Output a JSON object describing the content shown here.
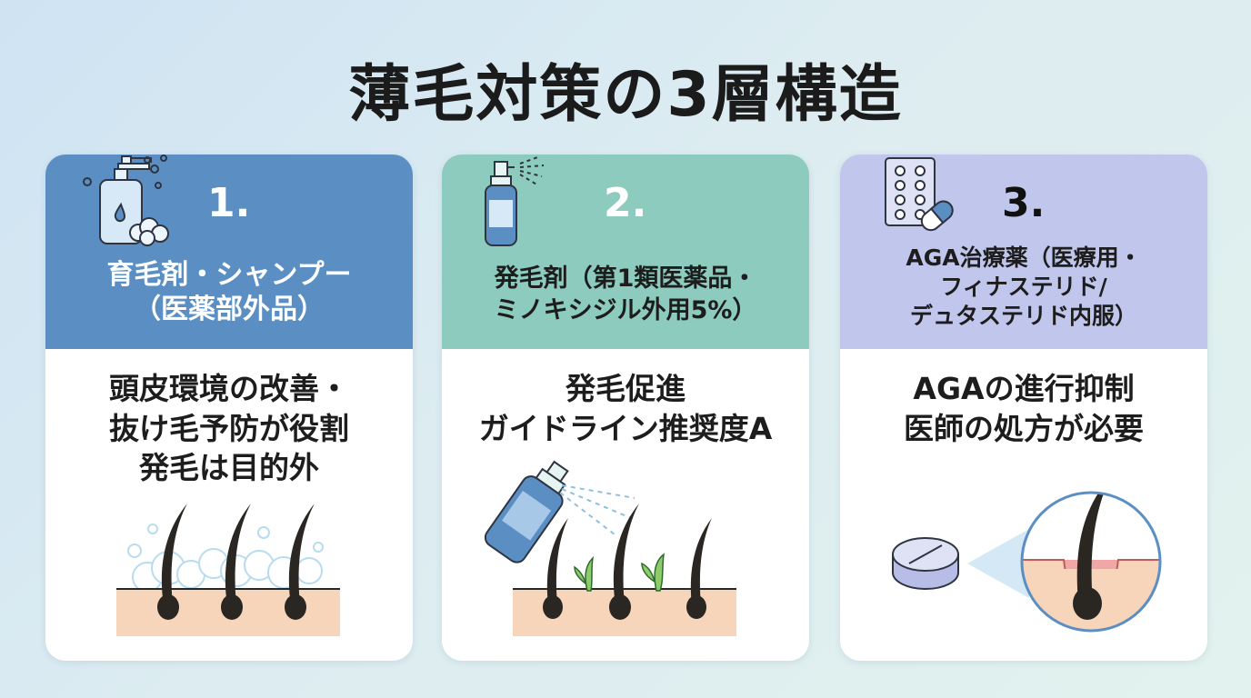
{
  "title": "薄毛対策の3層構造",
  "colors": {
    "card1_header": "#5b8fc4",
    "card2_header": "#8ccbbd",
    "card3_header": "#c1c6ec",
    "skin": "#f6d5bb",
    "hair": "#2a2622",
    "bubble": "#b8dcef",
    "sprout": "#8ecc6a"
  },
  "cards": [
    {
      "number": "1.",
      "header_lines": [
        "育毛剤・シャンプー",
        "（医薬部外品）"
      ],
      "body_lines": [
        "頭皮環境の改善・",
        "抜け毛予防が役割",
        "発毛は目的外"
      ],
      "icon": "shampoo-bottle-icon"
    },
    {
      "number": "2.",
      "header_lines": [
        "発毛剤（第1類医薬品・",
        "ミノキシジル外用5%）"
      ],
      "body_lines": [
        "発毛促進",
        "ガイドライン推奨度A"
      ],
      "icon": "spray-bottle-icon"
    },
    {
      "number": "3.",
      "header_lines": [
        "AGA治療薬（医療用・",
        "フィナステリド/",
        "デュタステリド内服）"
      ],
      "body_lines": [
        "AGAの進行抑制",
        "医師の処方が必要"
      ],
      "icon": "pill-pack-icon"
    }
  ]
}
